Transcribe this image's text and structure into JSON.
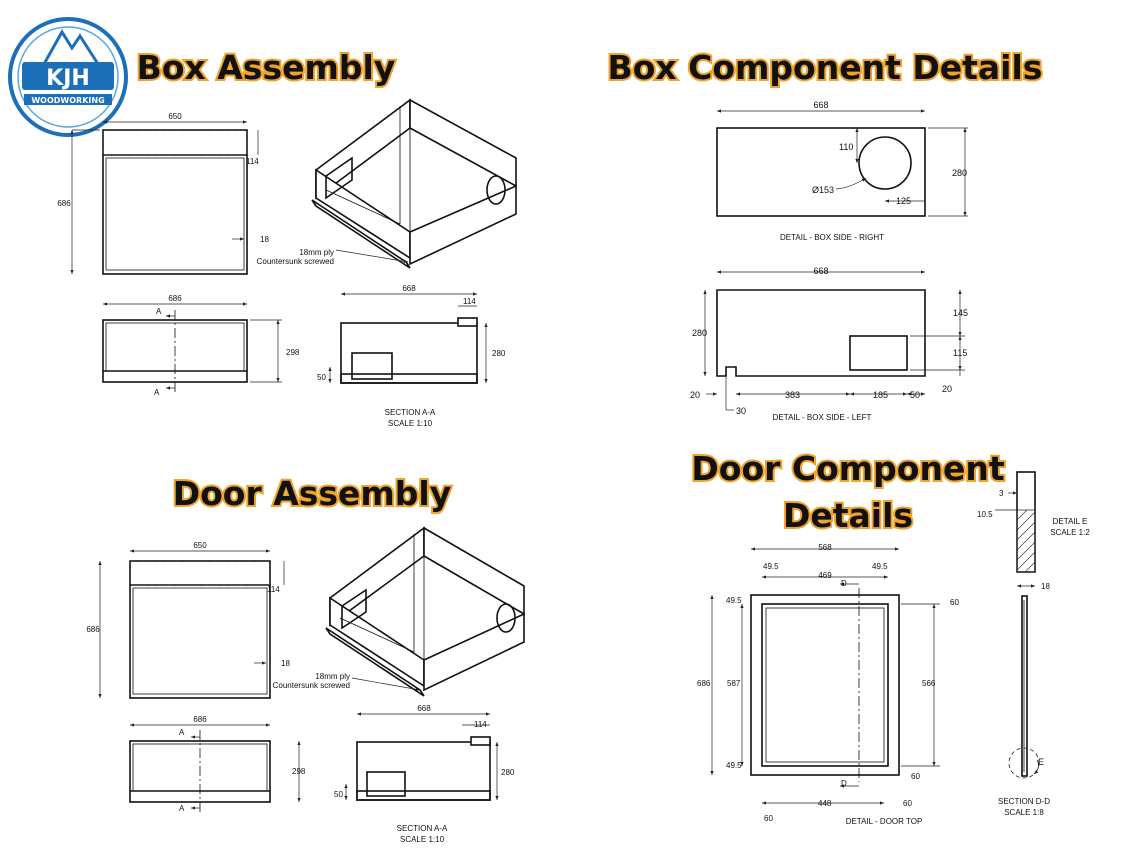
{
  "logo": {
    "monogram": "KJH",
    "subtitle": "WOODWORKING",
    "brand_color": "#1d6fb8"
  },
  "titles": {
    "box_assembly": "Box Assembly",
    "box_component_details": "Box Component Details",
    "door_assembly": "Door Assembly",
    "door_component_details_line1": "Door Component",
    "door_component_details_line2": "Details"
  },
  "box_assembly": {
    "front_width": "650",
    "front_height": "686",
    "top_inset": "114",
    "side_thickness": "18",
    "note_line1": "18mm ply",
    "note_line2": "Countersunk screwed",
    "plan_width": "686",
    "plan_depth": "298",
    "section_marker": "A",
    "section_length": "668",
    "section_top": "114",
    "section_height": "280",
    "section_foot": "50",
    "section_caption": "SECTION A-A",
    "section_scale": "SCALE 1:10"
  },
  "door_assembly": {
    "front_width": "650",
    "front_height": "686",
    "top_inset": "114",
    "side_thickness": "18",
    "note_line1": "18mm ply",
    "note_line2": "Countersunk screwed",
    "plan_width": "686",
    "plan_depth": "298",
    "section_marker": "A",
    "section_length": "668",
    "section_top": "114",
    "section_height": "280",
    "section_foot": "50",
    "section_caption": "SECTION A-A",
    "section_scale": "SCALE 1:10"
  },
  "box_side_right": {
    "width": "668",
    "height": "280",
    "hole_offset": "110",
    "hole_diameter": "Ø153",
    "hole_edge": "125",
    "caption": "DETAIL - BOX SIDE - RIGHT"
  },
  "box_side_left": {
    "width": "668",
    "height": "280",
    "top_gap": "145",
    "cutout_height": "115",
    "bottom_gap": "20",
    "left_foot": "20",
    "notch": "30",
    "span_a": "383",
    "span_b": "185",
    "span_c": "50",
    "caption": "DETAIL - BOX SIDE - LEFT"
  },
  "door_top": {
    "outer_width": "568",
    "inner_width": "469",
    "margin_left": "49.5",
    "margin_right": "49.5",
    "section_marker": "D",
    "outer_height": "686",
    "inner_height": "587",
    "margin_top": "49.5",
    "margin_bottom": "49.5",
    "right_top": "60",
    "right_height": "566",
    "right_bottom": "60",
    "bottom_width": "448",
    "bottom_left": "60",
    "bottom_right": "60",
    "caption": "DETAIL - DOOR TOP"
  },
  "detail_e": {
    "dim_a": "3",
    "dim_b": "10.5",
    "dim_c": "18",
    "caption": "DETAIL E",
    "scale": "SCALE 1:2",
    "marker": "E",
    "section_caption": "SECTION D-D",
    "section_scale": "SCALE 1:8"
  }
}
